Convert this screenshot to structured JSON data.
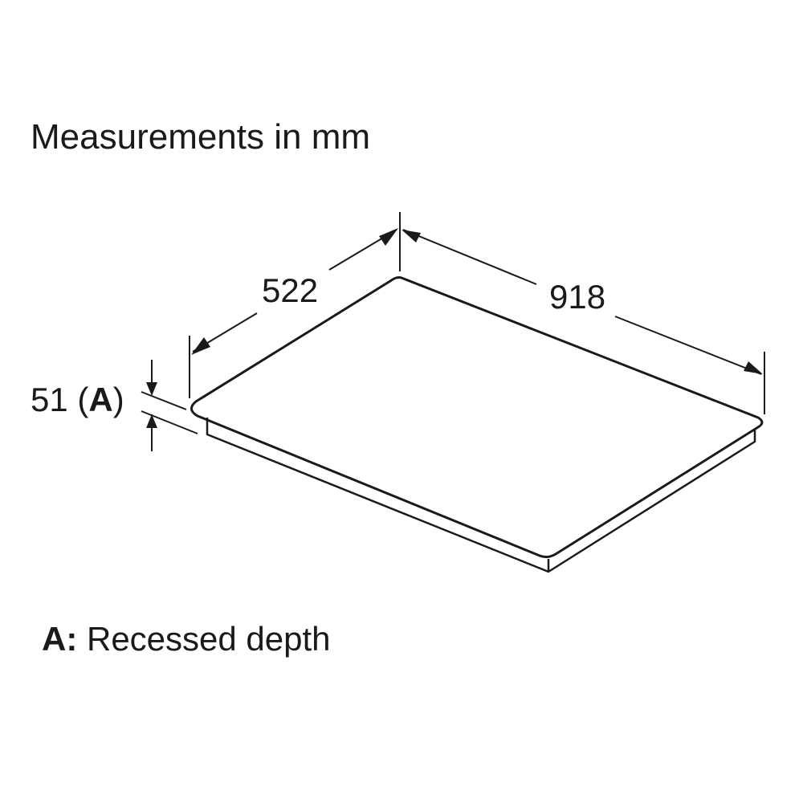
{
  "title": "Measurements in mm",
  "dimensions": {
    "depth": "522",
    "width": "918",
    "height_value": "51",
    "height_open": " (",
    "height_ref": "A",
    "height_close": ")"
  },
  "legend": {
    "key": "A:",
    "text": " Recessed depth"
  },
  "colors": {
    "line": "#1a1a1a",
    "background": "#ffffff"
  }
}
